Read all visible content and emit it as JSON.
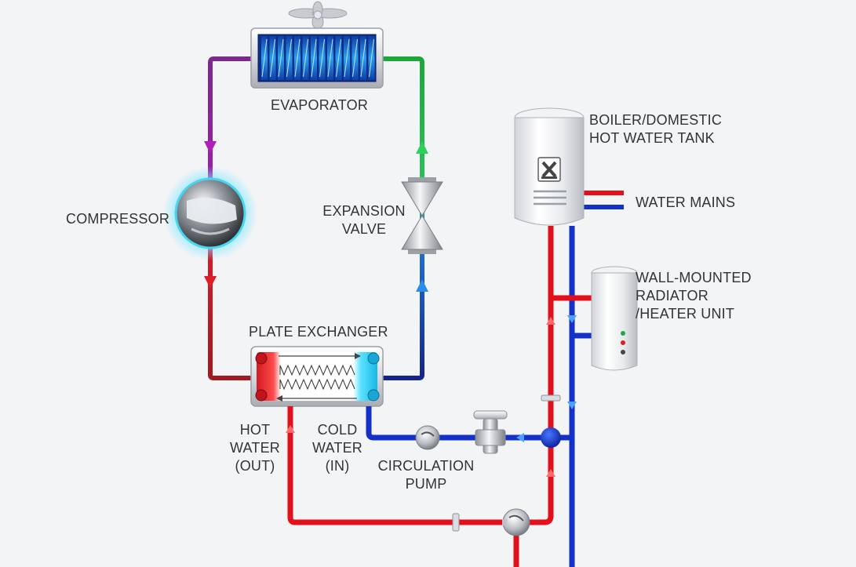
{
  "labels": {
    "evaporator": "EVAPORATOR",
    "compressor": "COMPRESSOR",
    "expansion_valve": [
      "EXPANSION",
      "VALVE"
    ],
    "plate_exchanger": "PLATE EXCHANGER",
    "boiler": [
      "BOILER/DOMESTIC",
      "HOT WATER TANK"
    ],
    "water_mains": "WATER MAINS",
    "radiator": [
      "WALL-MOUNTED",
      "RADIATOR",
      "/HEATER UNIT"
    ],
    "hot_water_out": [
      "HOT",
      "WATER",
      "(OUT)"
    ],
    "cold_water_in": [
      "COLD",
      "WATER",
      "(IN)"
    ],
    "circulation_pump": [
      "CIRCULATION",
      "PUMP"
    ]
  },
  "colors": {
    "hot_pipe": "#e3101b",
    "cold_pipe": "#1330c8",
    "refrigerant_hot": "#d8242c",
    "refrigerant_purple": "#8a1f8a",
    "refrigerant_green": "#1c9a32",
    "accent_cyan": "#3ad6f0",
    "background": "#f3f4f6"
  }
}
